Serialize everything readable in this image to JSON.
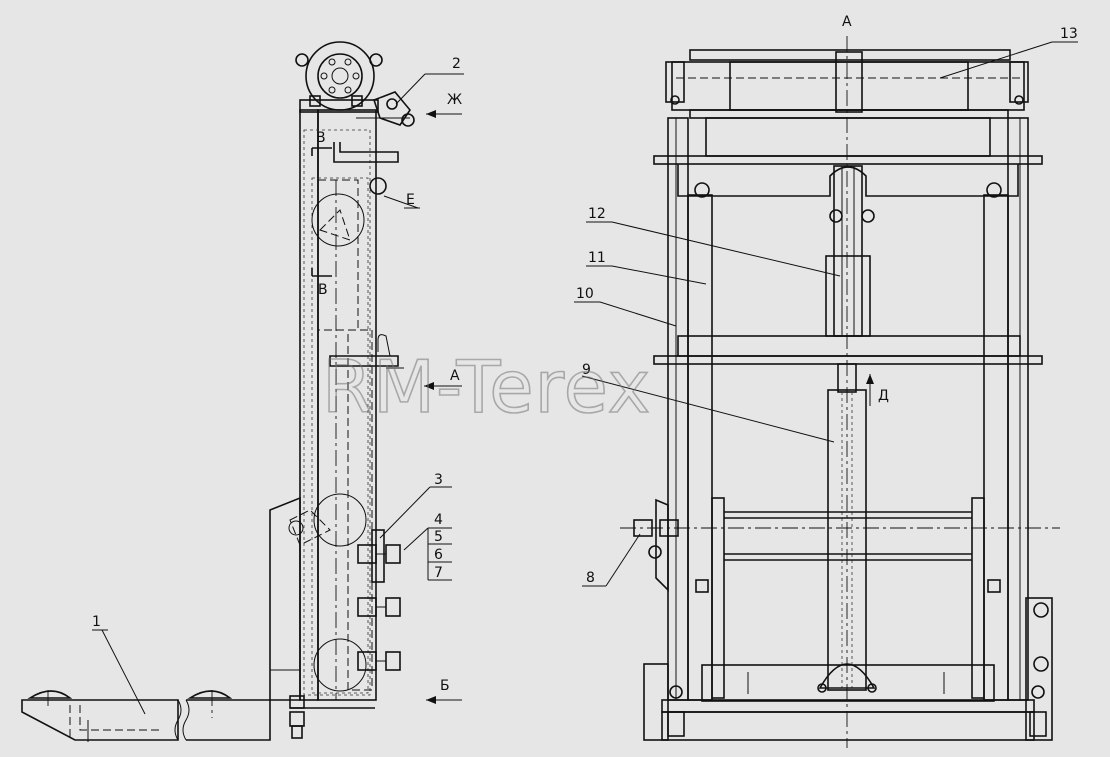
{
  "watermark": "RM-Terex",
  "view_title": "A",
  "side_view": {
    "view_arrows": [
      "Ж",
      "А",
      "Б"
    ],
    "section_marks": [
      "В",
      "В"
    ],
    "detail_mark": "Е"
  },
  "front_view": {
    "direction_mark": "Д"
  },
  "callouts": [
    "1",
    "2",
    "3",
    "4",
    "5",
    "6",
    "7",
    "8",
    "9",
    "10",
    "11",
    "12",
    "13"
  ]
}
